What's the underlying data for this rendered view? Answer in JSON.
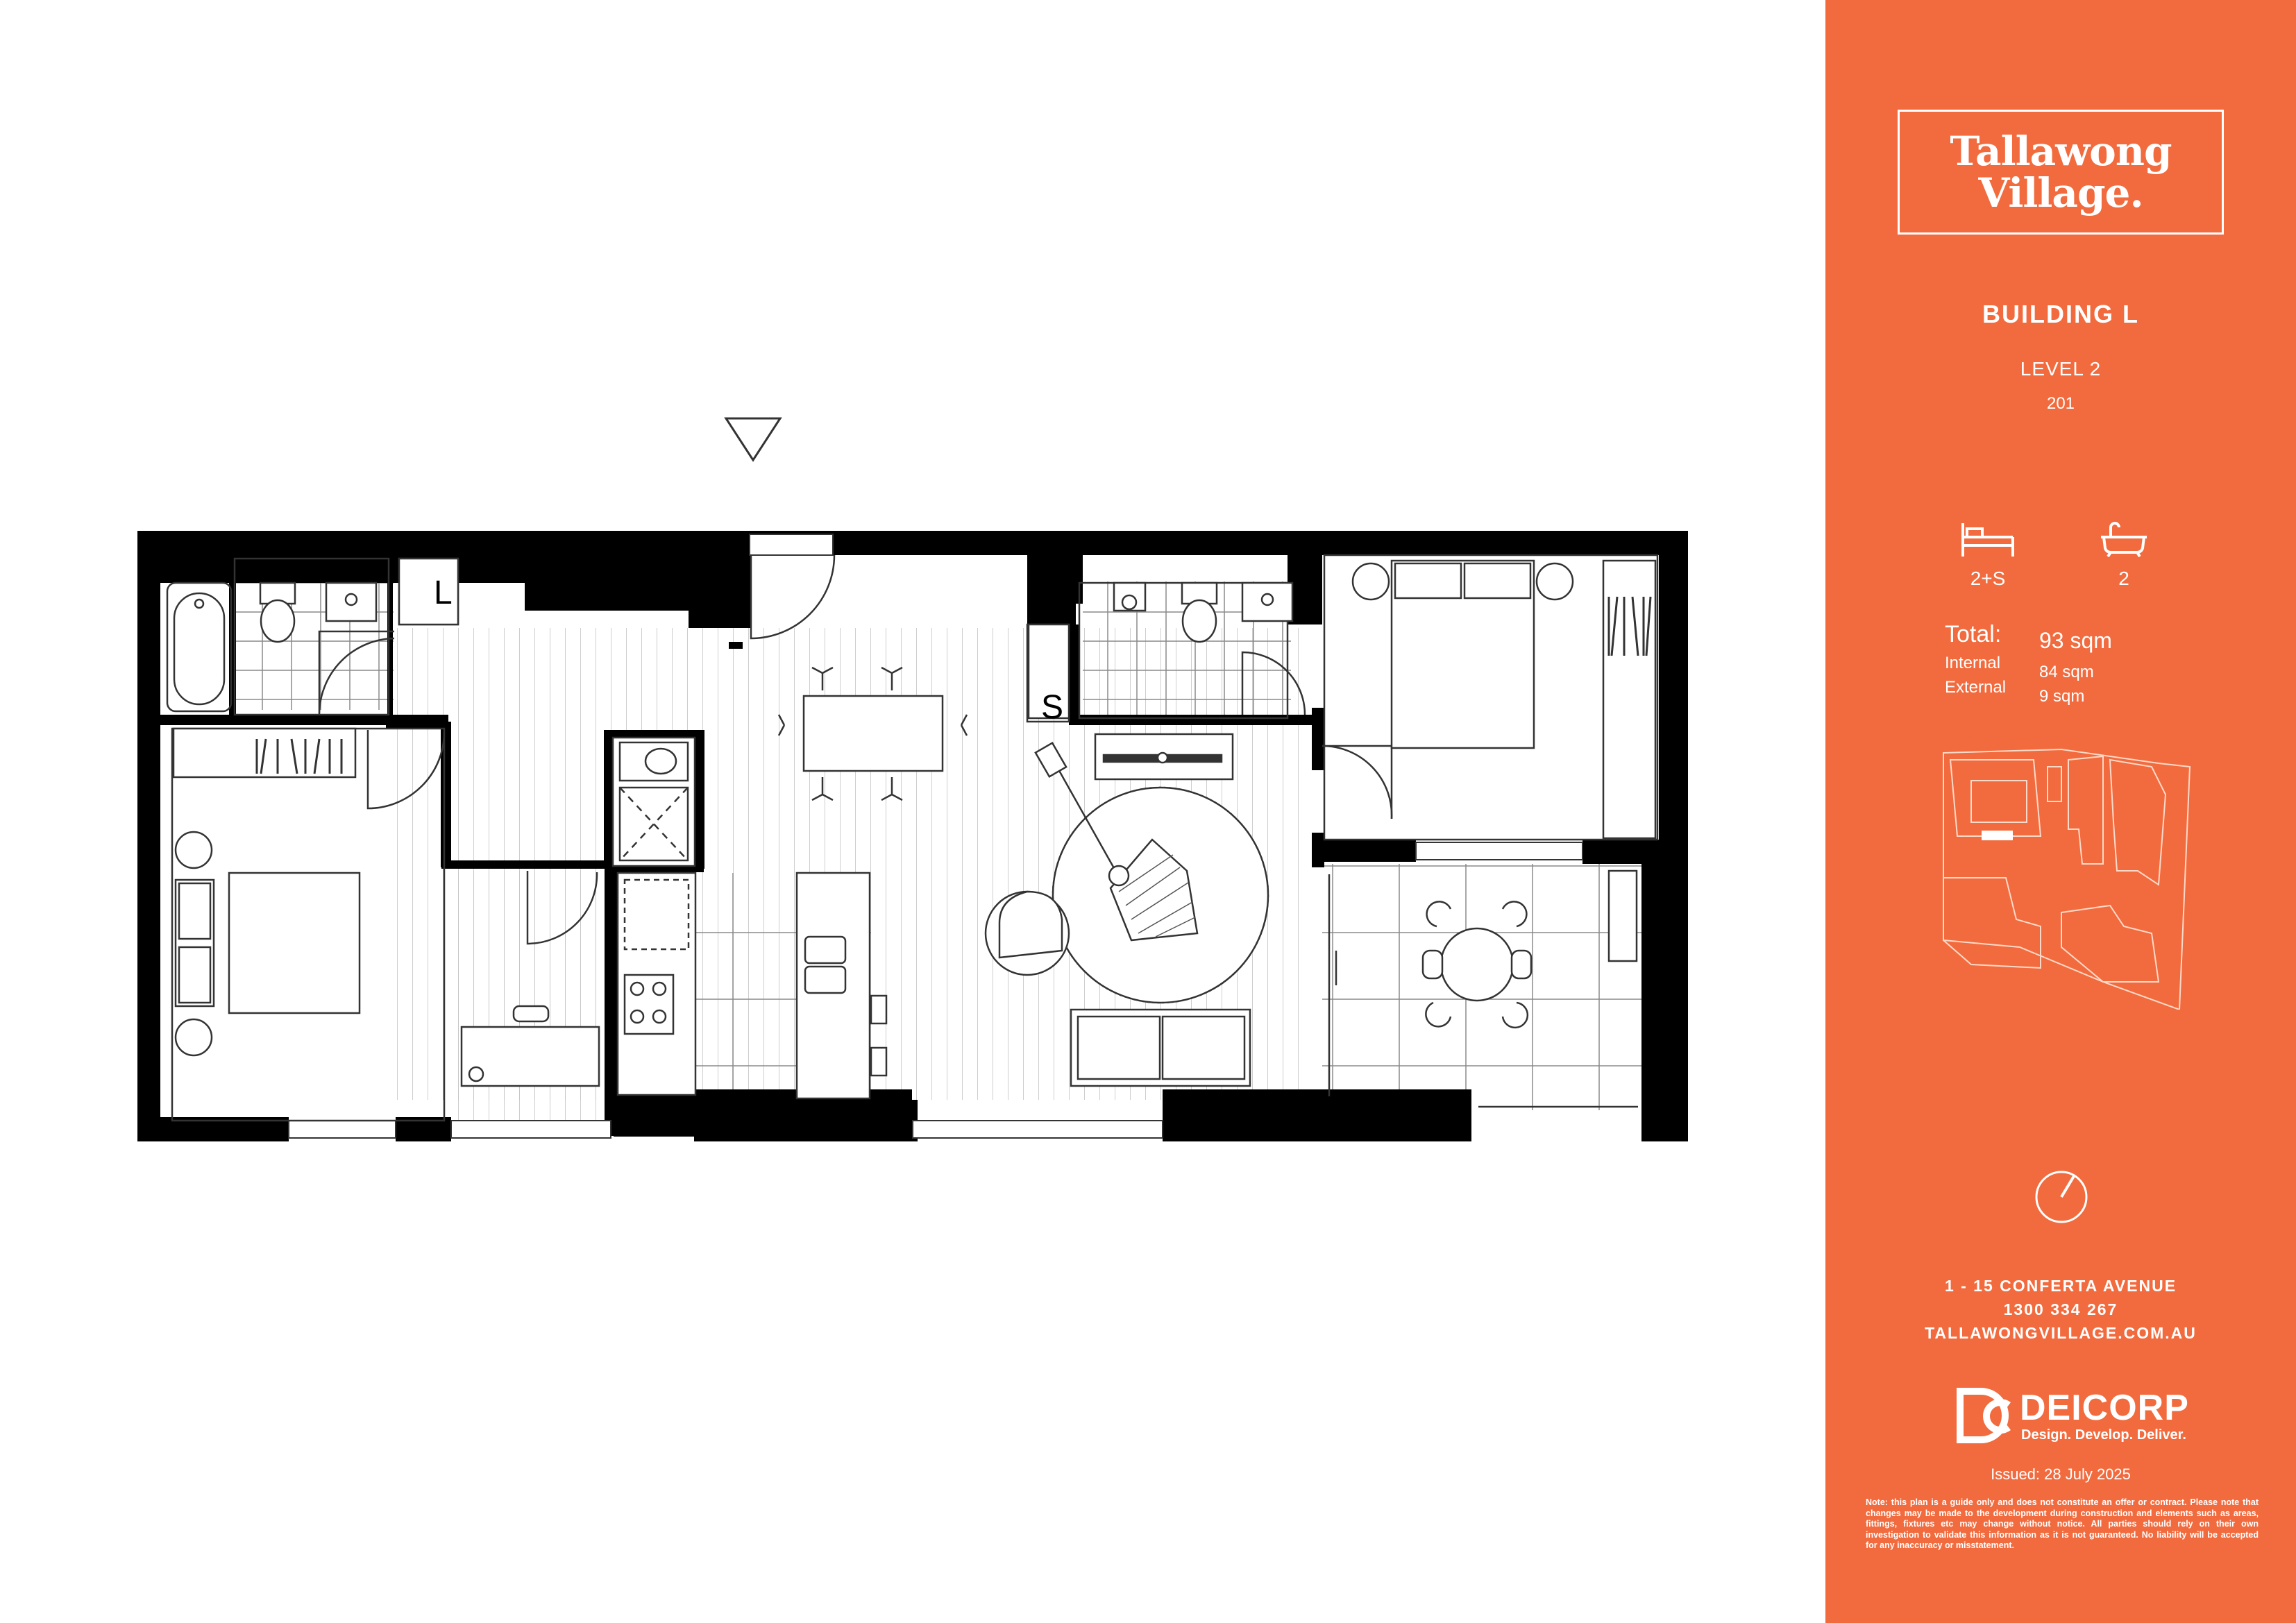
{
  "brand": {
    "line1": "Tallawong",
    "line2": "Village."
  },
  "building": "BUILDING L",
  "level": "LEVEL 2",
  "unit": "201",
  "bedrooms": {
    "icon": "bed-icon",
    "value": "2+S"
  },
  "bathrooms": {
    "icon": "bathtub-icon",
    "value": "2"
  },
  "areas": {
    "total_label": "Total:",
    "total_value": "93 sqm",
    "internal_label": "Internal",
    "internal_value": "84 sqm",
    "external_label": "External",
    "external_value": "9 sqm"
  },
  "contact": {
    "address": "1 - 15 CONFERTA AVENUE",
    "phone": "1300 334 267",
    "website": "TALLAWONGVILLAGE.COM.AU"
  },
  "developer": {
    "name": "DEICORP",
    "tagline": "Design. Develop. Deliver."
  },
  "issued": "Issued: 28 July 2025",
  "note": "Note: this plan is a guide only and does not constitute an offer or contract. Please note that changes may be made to the development during construction and elements such as areas, fittings, fixtures etc may change without notice. All parties should rely on their own investigation to validate this information as it is not guaranteed. No liability will be accepted for any inaccuracy or misstatement.",
  "plan_labels": {
    "laundry": "L",
    "storage": "S"
  },
  "colors": {
    "accent": "#f16b3e",
    "wall": "#000000",
    "line": "#333333"
  }
}
